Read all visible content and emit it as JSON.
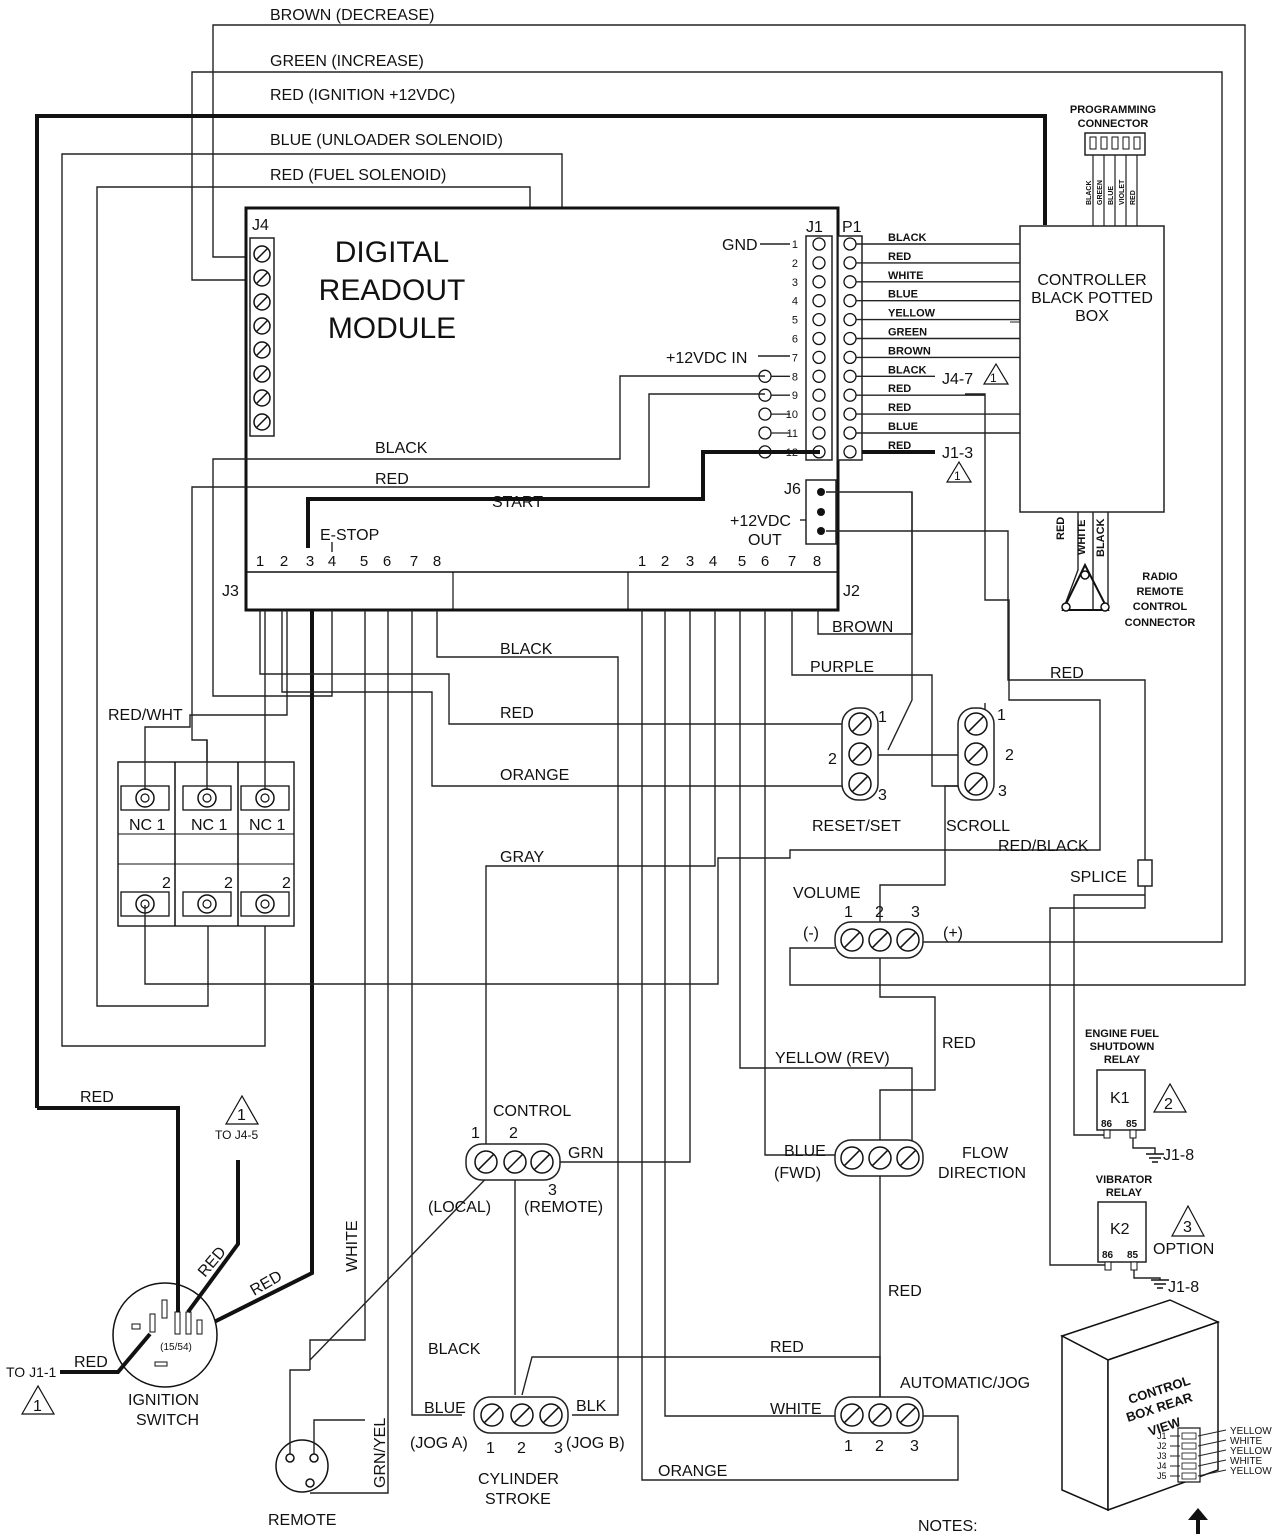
{
  "wires": {
    "brown_decrease": "BROWN (DECREASE)",
    "green_increase": "GREEN (INCREASE)",
    "red_ignition": "RED (IGNITION +12VDC)",
    "blue_unloader": "BLUE (UNLOADER SOLENOID)",
    "red_fuel": "RED (FUEL SOLENOID)",
    "black": "BLACK",
    "red": "RED",
    "start": "START",
    "estop": "E-STOP",
    "black2": "BLACK",
    "red2": "RED",
    "orange": "ORANGE",
    "gray": "GRAY",
    "brown": "BROWN",
    "purple": "PURPLE",
    "red3": "RED",
    "red_black": "RED/BLACK",
    "red_wht": "RED/WHT",
    "red4": "RED",
    "yellow_rev": "YELLOW (REV)",
    "red5": "RED",
    "red6": "RED",
    "red7": "RED",
    "white": "WHITE",
    "grn_yel": "GRN/YEL",
    "black3": "BLACK",
    "red8": "RED",
    "red9": "RED",
    "red10": "RED",
    "red11": "RED",
    "orange2": "ORANGE"
  },
  "module": {
    "title_line1": "DIGITAL",
    "title_line2": "READOUT",
    "title_line3": "MODULE",
    "j4": "J4",
    "j1": "J1",
    "p1": "P1",
    "j3": "J3",
    "j2": "J2",
    "j6": "J6",
    "gnd": "GND",
    "vin": "+12VDC IN",
    "vout_line1": "+12VDC",
    "vout_line2": "OUT",
    "j1_pins": [
      "1",
      "2",
      "3",
      "4",
      "5",
      "6",
      "7",
      "8",
      "9",
      "10",
      "11",
      "12"
    ],
    "j3_pins": [
      "1",
      "2",
      "3",
      "4",
      "5",
      "6",
      "7",
      "8"
    ],
    "j2_pins": [
      "1",
      "2",
      "3",
      "4",
      "5",
      "6",
      "7",
      "8"
    ]
  },
  "p1_wires": [
    "BLACK",
    "RED",
    "WHITE",
    "BLUE",
    "YELLOW",
    "GREEN",
    "BROWN",
    "BLACK",
    "RED",
    "RED",
    "BLUE",
    "RED"
  ],
  "p1_refs": {
    "j4_7": "J4-7",
    "j1_3": "J1-3",
    "tri1": "1",
    "tri1b": "1"
  },
  "controller": {
    "line1": "CONTROLLER",
    "line2": "BLACK POTTED",
    "line3": "BOX"
  },
  "programming": {
    "line1": "PROGRAMMING",
    "line2": "CONNECTOR",
    "pins": [
      "BLACK",
      "GREEN",
      "BLUE",
      "VIOLET",
      "RED"
    ]
  },
  "radio": {
    "line1": "RADIO",
    "line2": "REMOTE",
    "line3": "CONTROL",
    "line4": "CONNECTOR",
    "wires": [
      "RED",
      "WHITE",
      "BLACK"
    ]
  },
  "reset_set": {
    "label": "RESET/SET",
    "pins": [
      "1",
      "2",
      "3"
    ]
  },
  "scroll": {
    "label": "SCROLL",
    "pins": [
      "1",
      "2",
      "3"
    ]
  },
  "splice": "SPLICE",
  "volume": {
    "label": "VOLUME",
    "pins": [
      "1",
      "2",
      "3"
    ],
    "minus": "(-)",
    "plus": "(+)"
  },
  "switchblock": {
    "nc": [
      "NC 1",
      "NC 1",
      "NC 1"
    ],
    "two": [
      "2",
      "2",
      "2"
    ]
  },
  "engine_relay": {
    "line1": "ENGINE FUEL",
    "line2": "SHUTDOWN",
    "line3": "RELAY",
    "name": "K1",
    "t1": "86",
    "t2": "85",
    "j": "J1-8",
    "tri": "2"
  },
  "vibrator_relay": {
    "line1": "VIBRATOR",
    "line2": "RELAY",
    "name": "K2",
    "t1": "86",
    "t2": "85",
    "j": "J1-8",
    "tri": "3",
    "option": "OPTION"
  },
  "control": {
    "label": "CONTROL",
    "pin1": "1",
    "pin2": "2",
    "pin3": "3",
    "local": "(LOCAL)",
    "remote": "(REMOTE)",
    "grn": "GRN"
  },
  "flow": {
    "blue": "BLUE",
    "fwd": "(FWD)",
    "line1": "FLOW",
    "line2": "DIRECTION"
  },
  "ignition": {
    "line1": "IGNITION",
    "line2": "SWITCH",
    "center": "(15/54)",
    "to_j1_1": "TO J1-1",
    "to_j4_5": "TO J4-5",
    "tri": "1",
    "tri2": "1"
  },
  "cylinder": {
    "line1": "CYLINDER",
    "line2": "STROKE",
    "blue": "BLUE",
    "blk": "BLK",
    "joga": "(JOG A)",
    "jogb": "(JOG B)",
    "pins": [
      "1",
      "2",
      "3"
    ]
  },
  "automatic": {
    "label": "AUTOMATIC/JOG",
    "white": "WHITE",
    "pins": [
      "1",
      "2",
      "3"
    ]
  },
  "remote": "REMOTE",
  "control_box": {
    "line1": "CONTROL",
    "line2": "BOX REAR",
    "line3": "VIEW",
    "jacks": [
      "J1",
      "J2",
      "J3",
      "J4",
      "J5"
    ],
    "colors": [
      "YELLOW",
      "WHITE",
      "YELLOW",
      "WHITE",
      "YELLOW"
    ]
  },
  "notes": "NOTES:"
}
